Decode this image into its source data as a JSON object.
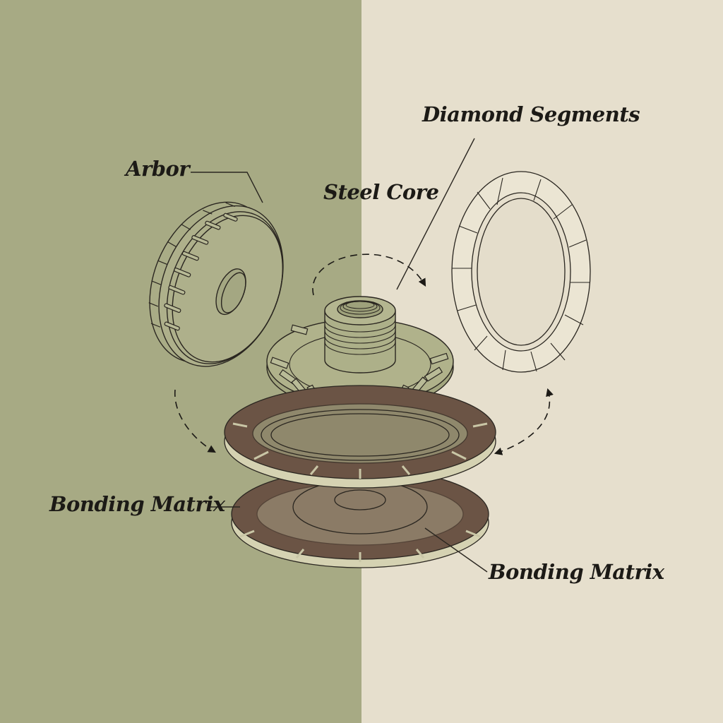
{
  "diagram": {
    "type": "exploded-view",
    "subject": "diamond cup grinding wheel assembly",
    "background": {
      "left_color": "#a7aa84",
      "right_color": "#e6dfcd"
    },
    "colors": {
      "line": "#2a2620",
      "segment_top": "#6b5445",
      "segment_side": "#d6d3b4",
      "arrow": "#1c1a16"
    },
    "labels": {
      "arbor": "Arbor",
      "steel_core": "Steel Core",
      "diamond_segments": "Diamond Segments",
      "bonding_matrix_left": "Bonding Matrix",
      "bonding_matrix_right": "Bonding Matrix"
    },
    "components": [
      {
        "id": "arbor",
        "label": "Arbor",
        "icon": "ribbed-wheel-icon"
      },
      {
        "id": "steel-core",
        "label": "Steel Core",
        "icon": "threaded-hub-icon"
      },
      {
        "id": "diamond-segments",
        "label": "Diamond Segments",
        "icon": "segmented-ring-icon"
      },
      {
        "id": "bonding-matrix-upper",
        "label": "Bonding Matrix",
        "icon": "segment-ring-icon"
      },
      {
        "id": "bonding-matrix-lower",
        "label": "Bonding Matrix",
        "icon": "segment-ring-icon"
      }
    ],
    "arrows": [
      {
        "id": "arrow-top",
        "style": "dashed-curved",
        "direction": "clockwise"
      },
      {
        "id": "arrow-left",
        "style": "dashed-curved",
        "direction": "down-right"
      },
      {
        "id": "arrow-right",
        "style": "dashed-curved",
        "direction": "both"
      }
    ]
  }
}
